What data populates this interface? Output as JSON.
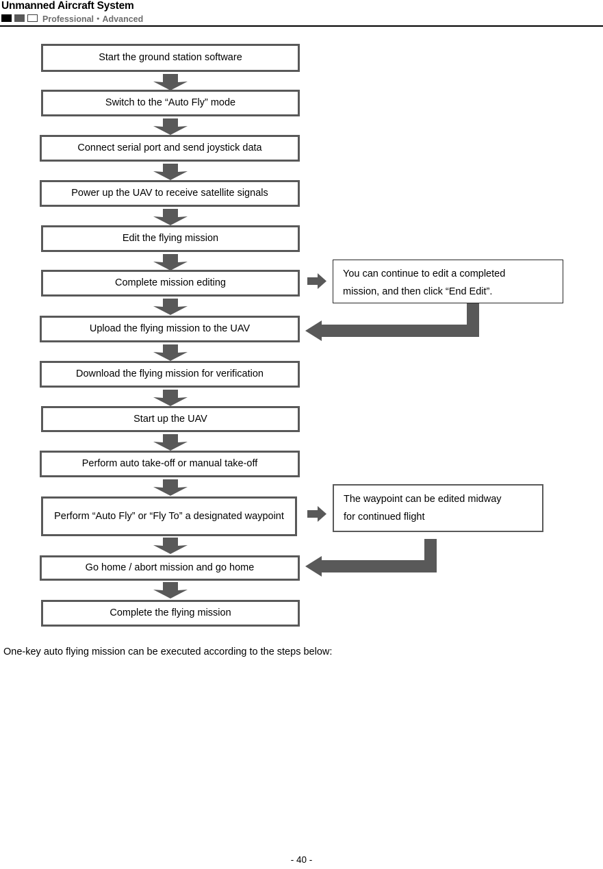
{
  "header": {
    "title": "Unmanned Aircraft System",
    "subtitle": "Professional・Advanced",
    "swatches": [
      "black",
      "gray",
      "white-outline"
    ],
    "colors": {
      "black": "#000000",
      "gray": "#595959",
      "white": "#ffffff",
      "subtitle_text": "#6d6d6d",
      "rule": "#000000"
    }
  },
  "flow": {
    "box_border_color": "#595959",
    "arrow_color": "#595959",
    "steps": [
      {
        "id": "start-ground-station-software",
        "label": "Start the ground station software"
      },
      {
        "id": "switch-auto-fly-mode",
        "label": "Switch to the “Auto Fly” mode"
      },
      {
        "id": "connect-serial-port",
        "label": "Connect serial port and send joystick data"
      },
      {
        "id": "power-up-uav",
        "label": "Power up the UAV to receive satellite signals"
      },
      {
        "id": "edit-flying-mission",
        "label": "Edit the flying mission"
      },
      {
        "id": "complete-mission-editing",
        "label": "Complete mission editing"
      },
      {
        "id": "upload-flying-mission",
        "label": "Upload the flying mission to the UAV"
      },
      {
        "id": "download-flying-mission",
        "label": "Download the flying mission for verification"
      },
      {
        "id": "start-up-uav",
        "label": "Start up the UAV"
      },
      {
        "id": "perform-take-off",
        "label": "Perform auto take-off or manual take-off"
      },
      {
        "id": "perform-auto-fly-waypoint",
        "label": "Perform “Auto Fly” or “Fly To” a designated waypoint"
      },
      {
        "id": "go-home-abort-mission",
        "label": "Go home / abort mission and go home"
      },
      {
        "id": "complete-flying-mission",
        "label": "Complete the flying mission"
      }
    ],
    "notes": [
      {
        "id": "note-edit-completed-mission",
        "line1": "You can continue to edit a completed",
        "line2": "mission, and then click “End Edit”."
      },
      {
        "id": "note-edit-waypoint-midway",
        "line1": "The waypoint can be edited midway",
        "line2": "for continued flight"
      }
    ]
  },
  "body": {
    "paragraph": "One-key auto flying mission can be executed according to the steps below:"
  },
  "footer": {
    "page_number": "- 40 -"
  }
}
